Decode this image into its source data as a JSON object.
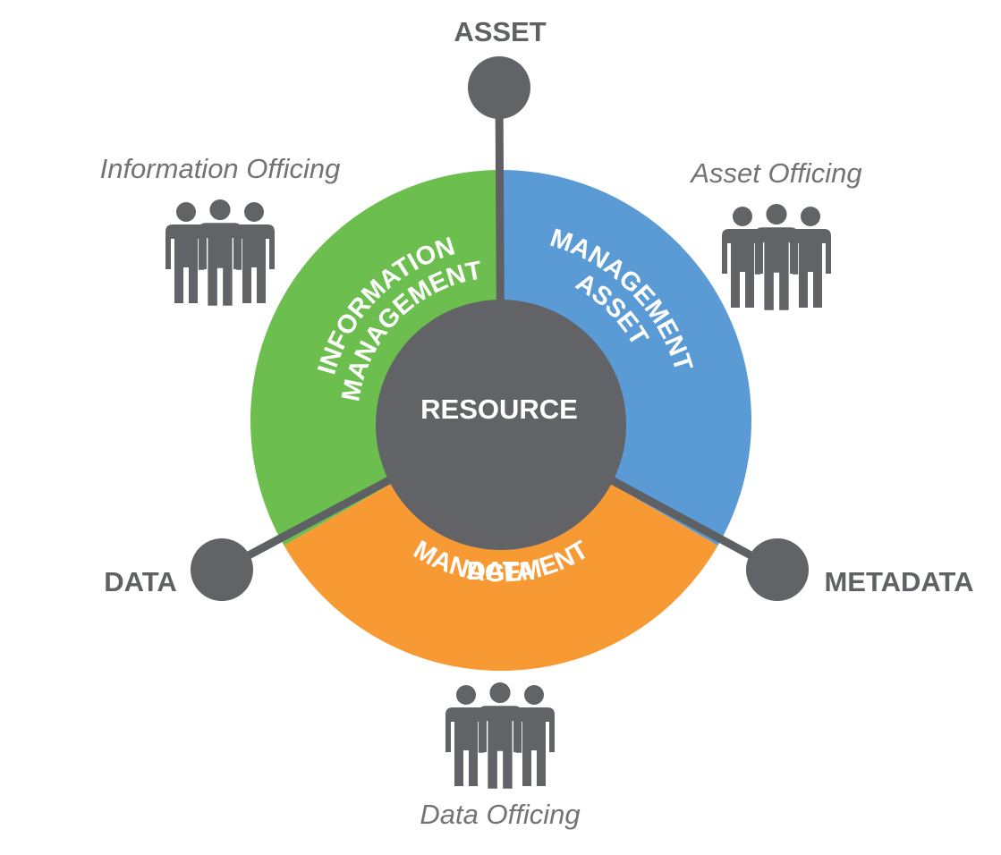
{
  "diagram": {
    "hub": {
      "label": "RESOURCE"
    },
    "nodes": {
      "asset": "ASSET",
      "data": "DATA",
      "metadata": "METADATA"
    },
    "sectors": {
      "information": {
        "line1": "INFORMATION",
        "line2": "MANAGEMENT"
      },
      "asset": {
        "line1": "ASSET",
        "line2": "MANAGEMENT"
      },
      "data": {
        "line1": "DATA",
        "line2": "MANAGEMENT"
      }
    },
    "roles": {
      "information": "Information Officing",
      "asset": "Asset Officing",
      "data": "Data Officing"
    },
    "icons": {
      "people_group": "people-group-icon"
    },
    "colors": {
      "information": "#6cbe4f",
      "asset": "#5b9bd5",
      "data": "#f79a34",
      "hub": "#616366",
      "connector": "#5e6064",
      "node_text": "#5f6165",
      "role_text": "#737373"
    }
  }
}
